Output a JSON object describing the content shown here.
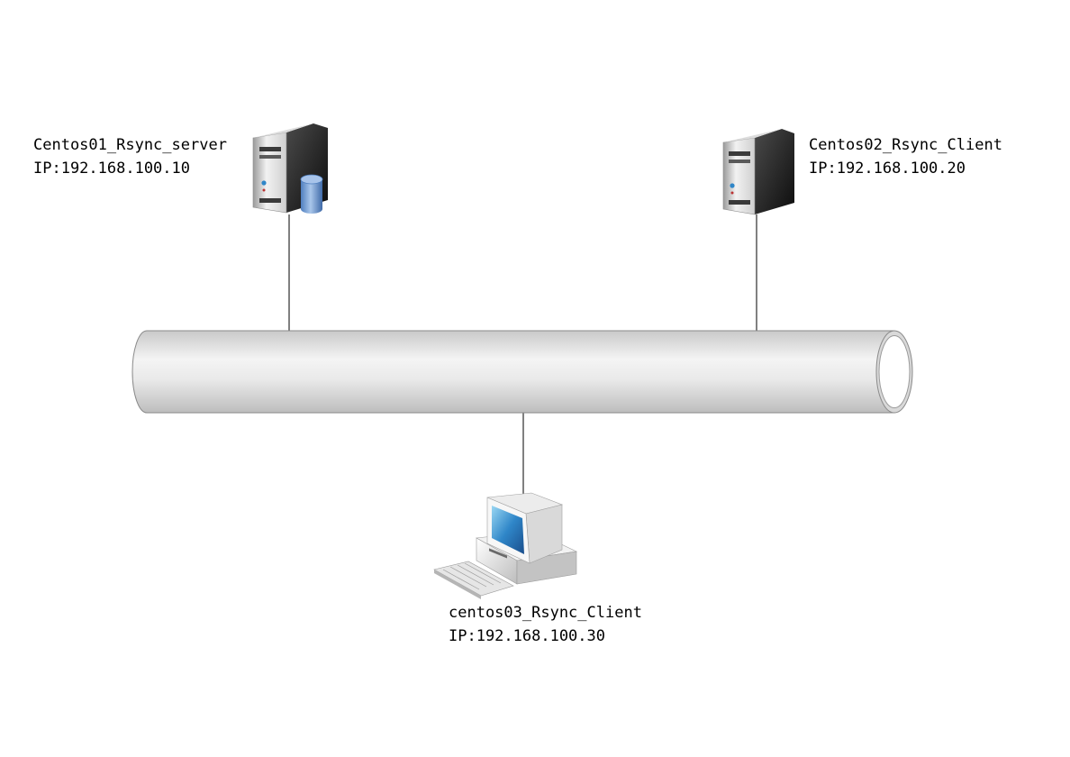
{
  "nodes": {
    "server": {
      "name": "Centos01_Rsync_server",
      "ip": "IP:192.168.100.10",
      "icon": "server-database-icon"
    },
    "client2": {
      "name": "Centos02_Rsync_Client",
      "ip": "IP:192.168.100.20",
      "icon": "server-tower-icon"
    },
    "client3": {
      "name": "centos03_Rsync_Client",
      "ip": "IP:192.168.100.30",
      "icon": "desktop-computer-icon"
    }
  },
  "network": {
    "icon": "network-pipe-icon"
  },
  "colors": {
    "line": "#000000",
    "pipe_light": "#f6f6f6",
    "pipe_dark": "#c8c8c8",
    "server_dark": "#1e1e1e",
    "database": "#6f97c9",
    "screen": "#2f86c8"
  }
}
